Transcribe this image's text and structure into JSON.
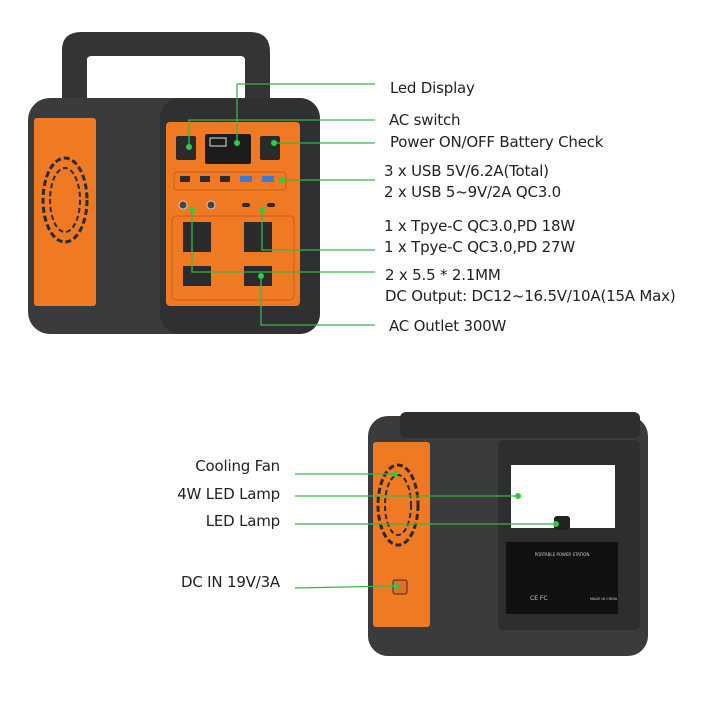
{
  "colors": {
    "accent_orange": "#f07a24",
    "body_dark": "#3a3b3d",
    "leader_green": "#3ab54a"
  },
  "front_callouts": {
    "led_display": "Led Display",
    "ac_switch": "AC switch",
    "power_button": "Power ON/OFF Battery Check",
    "usb_line1": "3 x USB 5V/6.2A(Total)",
    "usb_line2": "2 x USB 5~9V/2A QC3.0",
    "typec_line1": "1 x Tpye-C QC3.0,PD 18W",
    "typec_line2": "1 x Tpye-C QC3.0,PD 27W",
    "dc_line1": "2 x 5.5 * 2.1MM",
    "dc_line2": "DC Output: DC12~16.5V/10A(15A Max)",
    "ac_outlet": "AC Outlet 300W"
  },
  "back_callouts": {
    "cooling_fan": "Cooling Fan",
    "led_lamp_4w": "4W LED Lamp",
    "led_lamp": "LED Lamp",
    "dc_in": "DC IN 19V/3A"
  },
  "back_label_plate": {
    "title": "PORTABLE POWER STATION",
    "marks": "CE FC",
    "origin": "MADE IN CHINA"
  }
}
